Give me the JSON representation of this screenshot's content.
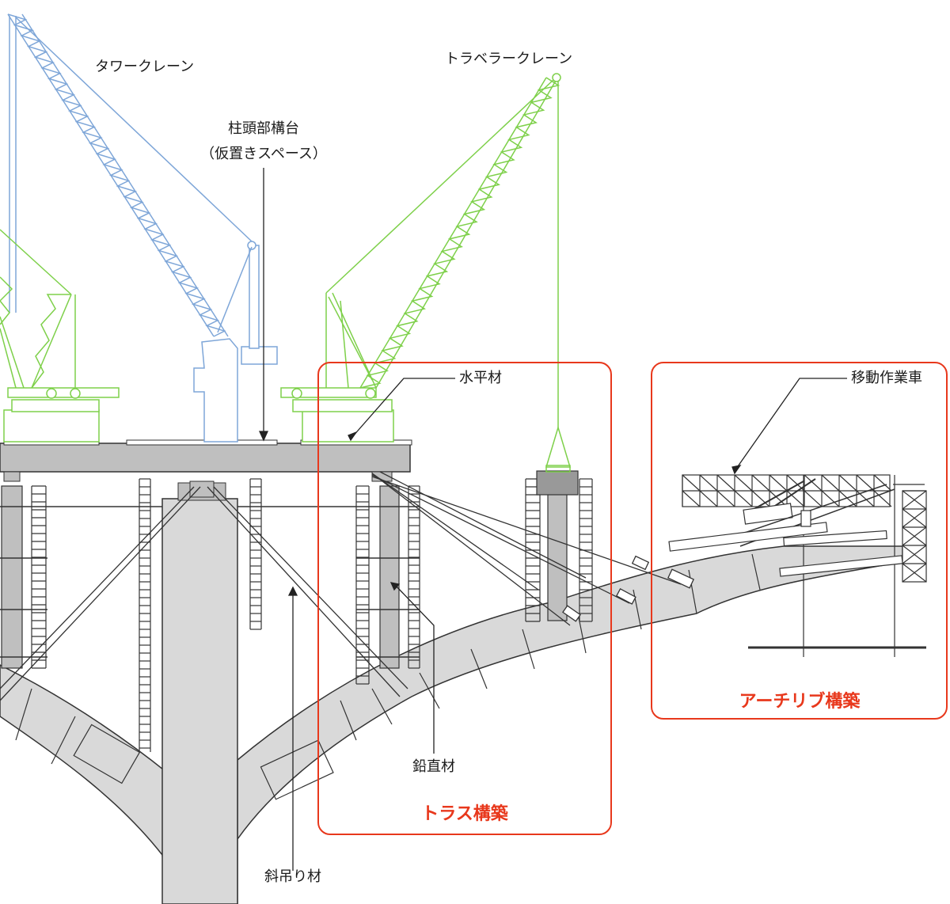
{
  "labels": {
    "tower_crane": "タワークレーン",
    "traveler_crane": "トラベラークレーン",
    "pier_head_line1": "柱頭部構台",
    "pier_head_line2": "（仮置きスペース）",
    "horizontal_member": "水平材",
    "mobile_work_vehicle": "移動作業車",
    "vertical_member": "鉛直材",
    "diagonal_hanger": "斜吊り材",
    "truss_construction": "トラス構築",
    "arch_rib_construction": "アーチリブ構築"
  },
  "colors": {
    "tower_crane": "#7ea6d8",
    "traveler_crane": "#7ed04a",
    "highlight": "#e8381c",
    "concrete": "#d9d9d9",
    "steel": "#bfbfbf",
    "line": "#222222"
  }
}
